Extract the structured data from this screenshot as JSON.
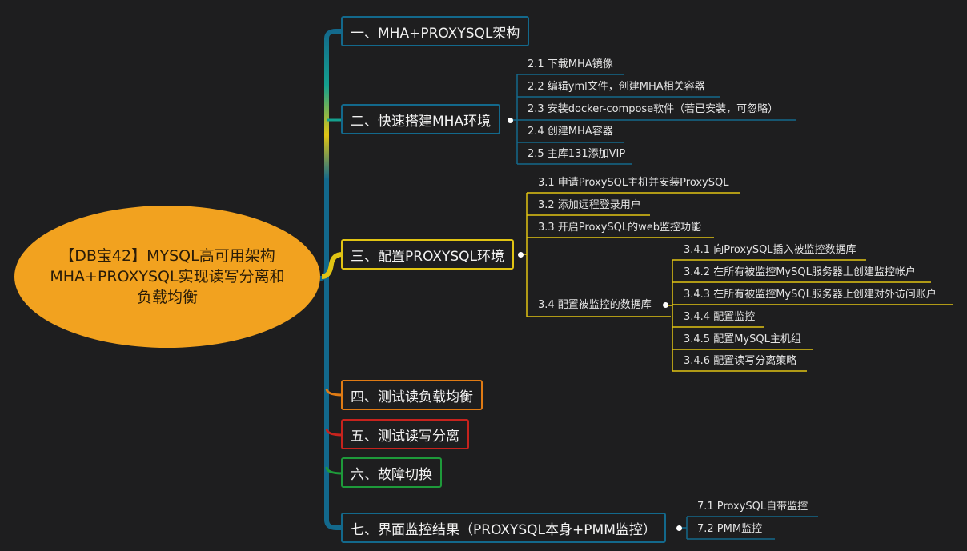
{
  "root": {
    "title": "【DB宝42】MYSQL高可用架构MHA+PROXYSQL实现读写分离和负载均衡"
  },
  "topics": [
    {
      "label": "一、MHA+PROXYSQL架构",
      "color": "#13698c"
    },
    {
      "label": "二、快速搭建MHA环境",
      "color": "#13698c",
      "children": [
        "2.1 下载MHA镜像",
        "2.2 编辑yml文件，创建MHA相关容器",
        "2.3 安装docker-compose软件（若已安装，可忽略）",
        "2.4 创建MHA容器",
        "2.5 主库131添加VIP"
      ]
    },
    {
      "label": "三、配置PROXYSQL环境",
      "color": "#e1c413",
      "children": [
        "3.1 申请ProxySQL主机并安装ProxySQL",
        "3.2 添加远程登录用户",
        "3.3 开启ProxySQL的web监控功能",
        "3.4 配置被监控的数据库"
      ],
      "grandchildren": [
        "3.4.1 向ProxySQL插入被监控数据库",
        "3.4.2 在所有被监控MySQL服务器上创建监控帐户",
        "3.4.3 在所有被监控MySQL服务器上创建对外访问账户",
        "3.4.4 配置监控",
        "3.4.5 配置MySQL主机组",
        "3.4.6 配置读写分离策略"
      ]
    },
    {
      "label": "四、测试读负载均衡",
      "color": "#e07b14"
    },
    {
      "label": "五、测试读写分离",
      "color": "#c7231d"
    },
    {
      "label": "六、故障切换",
      "color": "#1e9a3a"
    },
    {
      "label": "七、界面监控结果（PROXYSQL本身+PMM监控）",
      "color": "#13698c",
      "children": [
        "7.1 ProxySQL自带监控",
        "7.2 PMM监控"
      ]
    }
  ]
}
